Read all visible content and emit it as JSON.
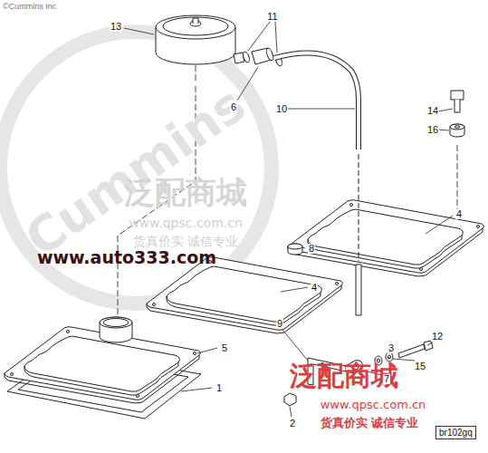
{
  "diagram": {
    "nodes": [
      {
        "text": [
          "br102gq"
        ]
      }
    ],
    "labels": [
      "©Cummins Inc",
      "Cummins",
      "泛配商城",
      "www.qpsc.com.cn",
      "货真价实 诚信专业",
      "www.auto333.com",
      "泛配商城",
      "www.qpsc.com.cn",
      "货真价实 诚信专业",
      "13",
      "11",
      "6",
      "10",
      "14",
      "16",
      "4",
      "8",
      "4",
      "9",
      "5",
      "1",
      "3",
      "15",
      "12",
      "7",
      "2"
    ]
  }
}
